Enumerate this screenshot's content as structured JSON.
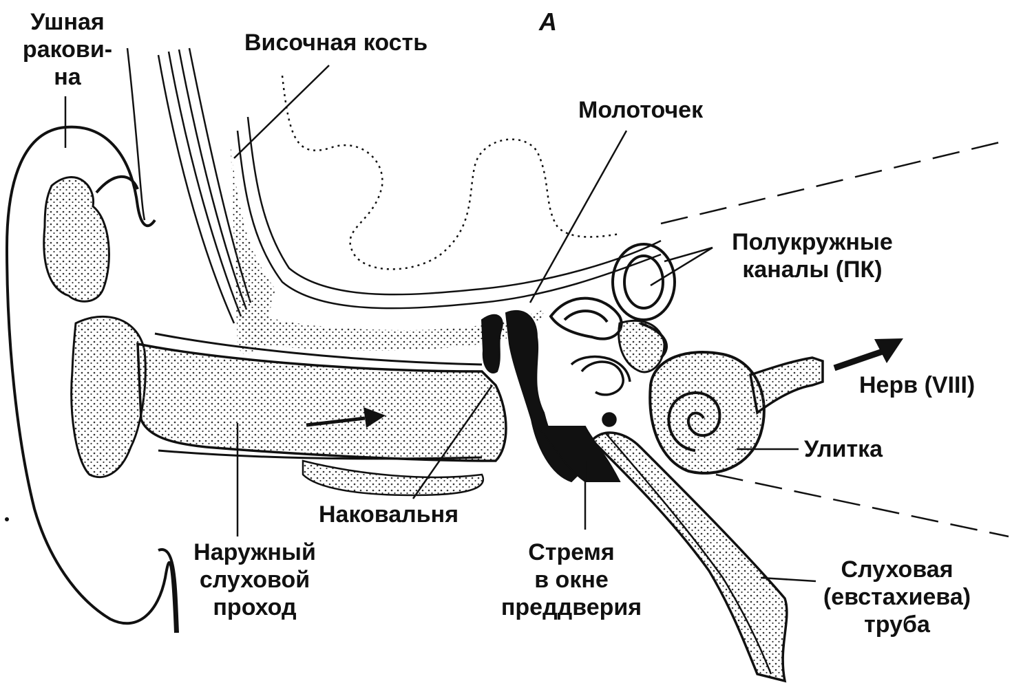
{
  "figure_letter": "А",
  "labels": {
    "pinna": [
      "Ушная",
      "ракови-",
      "на"
    ],
    "temporal_bone": "Височная кость",
    "malleus": "Молоточек",
    "semicircular_canals": [
      "Полукружные",
      "каналы (ПК)"
    ],
    "nerve": "Нерв (VIII)",
    "cochlea": "Улитка",
    "incus": "Наковальня",
    "ear_canal": [
      "Наружный",
      "слуховой",
      "проход"
    ],
    "stapes": [
      "Стремя",
      "в окне",
      "преддверия"
    ],
    "eustachian_tube": [
      "Слуховая",
      "(евстахиева)",
      "труба"
    ]
  },
  "colors": {
    "ink": "#111111",
    "paper": "#ffffff",
    "stipple": "#333333"
  }
}
